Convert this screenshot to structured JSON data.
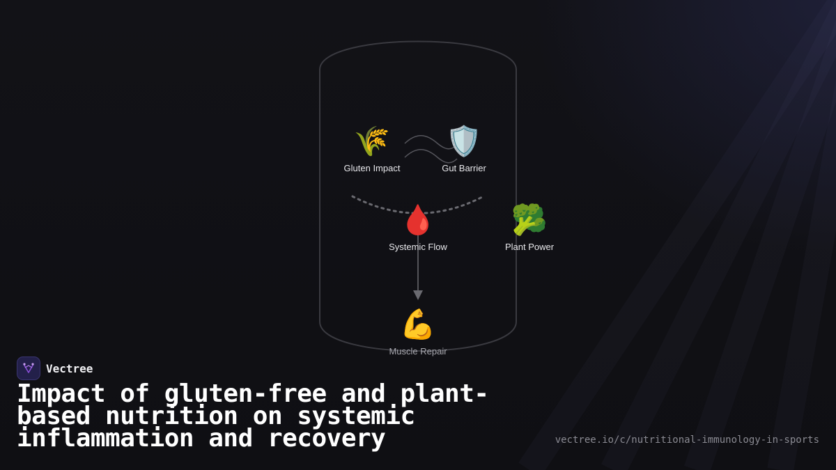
{
  "diagram": {
    "nodes": [
      {
        "id": "gluten",
        "label": "Gluten Impact",
        "icon": "wheat-icon",
        "glyph": "🌾"
      },
      {
        "id": "gut",
        "label": "Gut Barrier",
        "icon": "shield-icon",
        "glyph": "🛡️"
      },
      {
        "id": "systemic",
        "label": "Systemic Flow",
        "icon": "blood-drop-icon",
        "glyph": "🩸"
      },
      {
        "id": "plant",
        "label": "Plant Power",
        "icon": "broccoli-icon",
        "glyph": "🥦"
      },
      {
        "id": "muscle",
        "label": "Muscle Repair",
        "icon": "flexed-biceps-icon",
        "glyph": "💪"
      }
    ],
    "connections": [
      {
        "from": "gluten",
        "to": "gut",
        "style": "wavy"
      },
      {
        "from": "gluten",
        "to": "gut",
        "style": "dotted-arc",
        "via": "systemic"
      },
      {
        "from": "systemic",
        "to": "muscle",
        "style": "arrow"
      }
    ]
  },
  "brand": {
    "name": "Vectree",
    "icon": "vectree-logo-icon",
    "accent": "#8a4fd8"
  },
  "title": "Impact of gluten-free and plant-based nutrition on systemic inflammation and recovery",
  "url": "vectree.io/c/nutritional-immunology-in-sports",
  "colors": {
    "background": "#111115",
    "container_stroke": "#3a3a40",
    "connector": "#6a6a70",
    "text": "#e8e8ec"
  }
}
